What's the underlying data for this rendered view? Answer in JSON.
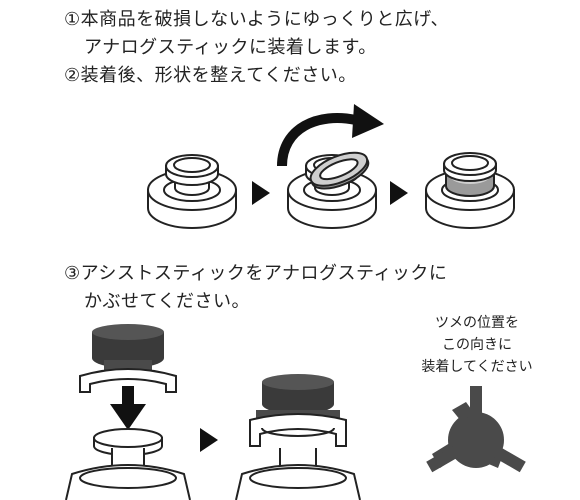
{
  "step1": {
    "line1": "①本商品を破損しないようにゆっくりと広げ、",
    "line2": "アナログスティックに装着します。"
  },
  "step2": {
    "line1": "②装着後、形状を整えてください。"
  },
  "step3": {
    "line1": "③アシストスティックをアナログスティックに",
    "line2": "かぶせてください。"
  },
  "note": {
    "line1": "ツメの位置を",
    "line2": "この向きに",
    "line3": "装着してください"
  },
  "icons": [
    "curved-arrow-icon",
    "right-triangle-arrow-icon",
    "down-arrow-icon",
    "three-prong-claw-icon"
  ],
  "colors": {
    "dark": "#3a3a3a",
    "gray_ring": "#9a9a9a",
    "light_gray": "#cfcfcf",
    "white": "#ffffff"
  }
}
